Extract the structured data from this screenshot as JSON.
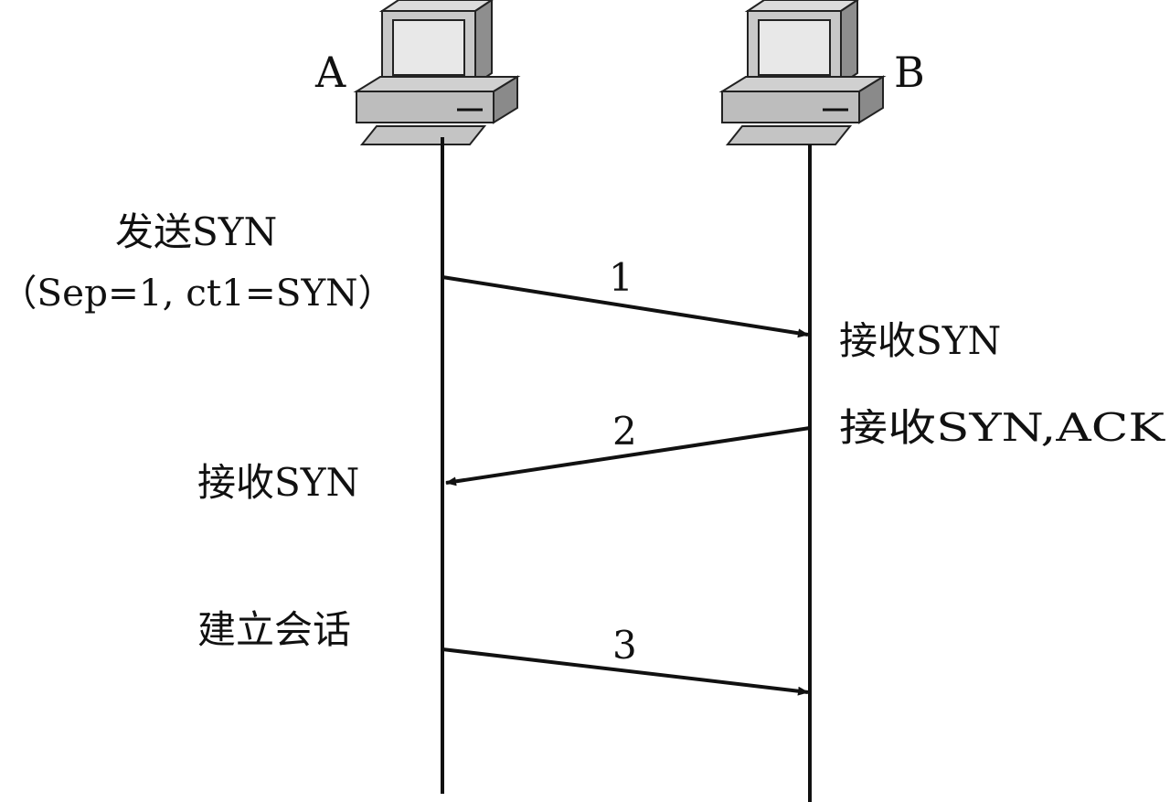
{
  "hosts": {
    "a": {
      "label": "A"
    },
    "b": {
      "label": "B"
    }
  },
  "steps": [
    {
      "number": "1"
    },
    {
      "number": "2"
    },
    {
      "number": "3"
    }
  ],
  "notes": {
    "a_send_line1": "发送SYN",
    "a_send_line2": "（Sep=1, ct1=SYN）",
    "b_receive_syn": "接收SYN",
    "b_receive_syn_ack": "接收SYN,ACK",
    "a_receive_syn": "接收SYN",
    "a_establish": "建立会话"
  },
  "colors": {
    "line": "#111111",
    "monitor_face": "#c8c8c8",
    "monitor_side": "#9a9a9a",
    "screen": "#e8e8e8",
    "base": "#bdbdbd"
  }
}
